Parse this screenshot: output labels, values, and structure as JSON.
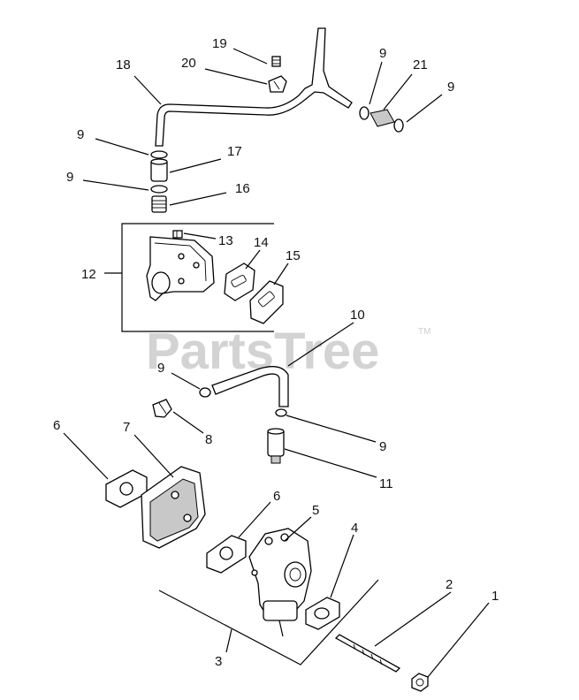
{
  "watermark": {
    "text": "PartsTree",
    "trademark": "TM"
  },
  "callouts": [
    {
      "id": "c18",
      "text": "18"
    },
    {
      "id": "c19",
      "text": "19"
    },
    {
      "id": "c20",
      "text": "20"
    },
    {
      "id": "c9a",
      "text": "9"
    },
    {
      "id": "c21",
      "text": "21"
    },
    {
      "id": "c9b",
      "text": "9"
    },
    {
      "id": "c9c",
      "text": "9"
    },
    {
      "id": "c17",
      "text": "17"
    },
    {
      "id": "c9d",
      "text": "9"
    },
    {
      "id": "c16",
      "text": "16"
    },
    {
      "id": "c13",
      "text": "13"
    },
    {
      "id": "c14",
      "text": "14"
    },
    {
      "id": "c12",
      "text": "12"
    },
    {
      "id": "c15",
      "text": "15"
    },
    {
      "id": "c10",
      "text": "10"
    },
    {
      "id": "c9e",
      "text": "9"
    },
    {
      "id": "c8",
      "text": "8"
    },
    {
      "id": "c9f",
      "text": "9"
    },
    {
      "id": "c11",
      "text": "11"
    },
    {
      "id": "c6a",
      "text": "6"
    },
    {
      "id": "c7",
      "text": "7"
    },
    {
      "id": "c6b",
      "text": "6"
    },
    {
      "id": "c5",
      "text": "5"
    },
    {
      "id": "c4",
      "text": "4"
    },
    {
      "id": "c2",
      "text": "2"
    },
    {
      "id": "c1",
      "text": "1"
    },
    {
      "id": "c3",
      "text": "3"
    }
  ]
}
